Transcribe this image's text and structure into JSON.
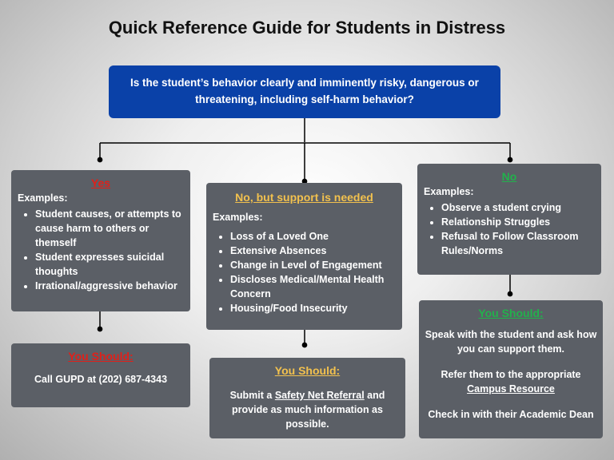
{
  "title": "Quick Reference Guide for Students in Distress",
  "question": "Is the student’s behavior clearly and imminently risky, dangerous or threatening, including self-harm behavior?",
  "branches": {
    "yes": {
      "heading": "Yes",
      "examples_label": "Examples:",
      "examples": [
        "Student causes, or attempts to cause harm to others or themself",
        "Student expresses suicidal thoughts",
        "Irrational/aggressive behavior"
      ],
      "should_heading": "You Should:",
      "should_text": "Call GUPD at (202) 687-4343"
    },
    "support": {
      "heading": "No, but support is needed",
      "examples_label": "Examples:",
      "examples": [
        "Loss of a Loved One",
        "Extensive Absences",
        "Change in Level of Engagement",
        "Discloses Medical/Mental Health Concern",
        "Housing/Food Insecurity"
      ],
      "should_heading": "You Should:",
      "should_pre": "Submit a ",
      "should_link": "Safety Net Referral",
      "should_post": " and provide as much information as possible."
    },
    "no": {
      "heading": "No",
      "examples_label": "Examples:",
      "examples": [
        "Observe a student crying",
        "Relationship Struggles",
        "Refusal to Follow Classroom Rules/Norms"
      ],
      "should_heading": "You Should:",
      "should_1": "Speak with the student and ask how you can support them.",
      "should_2_pre": "Refer them to the appropriate",
      "should_2_link": "Campus Resource",
      "should_3": "Check in with their Academic Dean"
    }
  }
}
